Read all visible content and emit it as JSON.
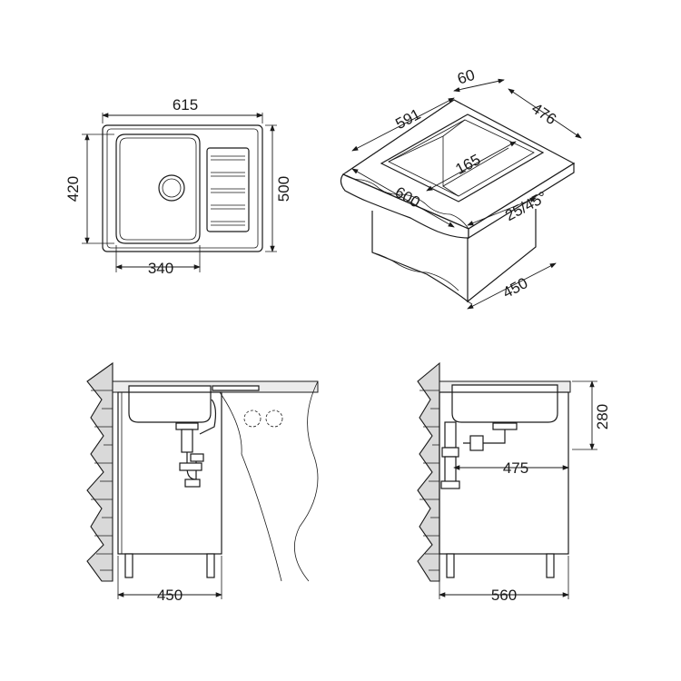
{
  "dimensions": {
    "top_view": {
      "overall_width": "615",
      "overall_depth": "500",
      "bowl_depth": "420",
      "bowl_width": "340"
    },
    "iso_view": {
      "edge": "60",
      "inner_width": "591",
      "inner_depth": "476",
      "depth": "165",
      "cutout_width": "600",
      "radius_angle": "25/45°",
      "cabinet_depth": "450"
    },
    "front_view": {
      "cabinet_width": "450"
    },
    "side_view": {
      "height": "280",
      "drain_offset": "475",
      "cabinet_depth": "560"
    }
  },
  "colors": {
    "line": "#1a1a1a",
    "hatch_fill": "#d9d9d9",
    "background": "#ffffff"
  }
}
